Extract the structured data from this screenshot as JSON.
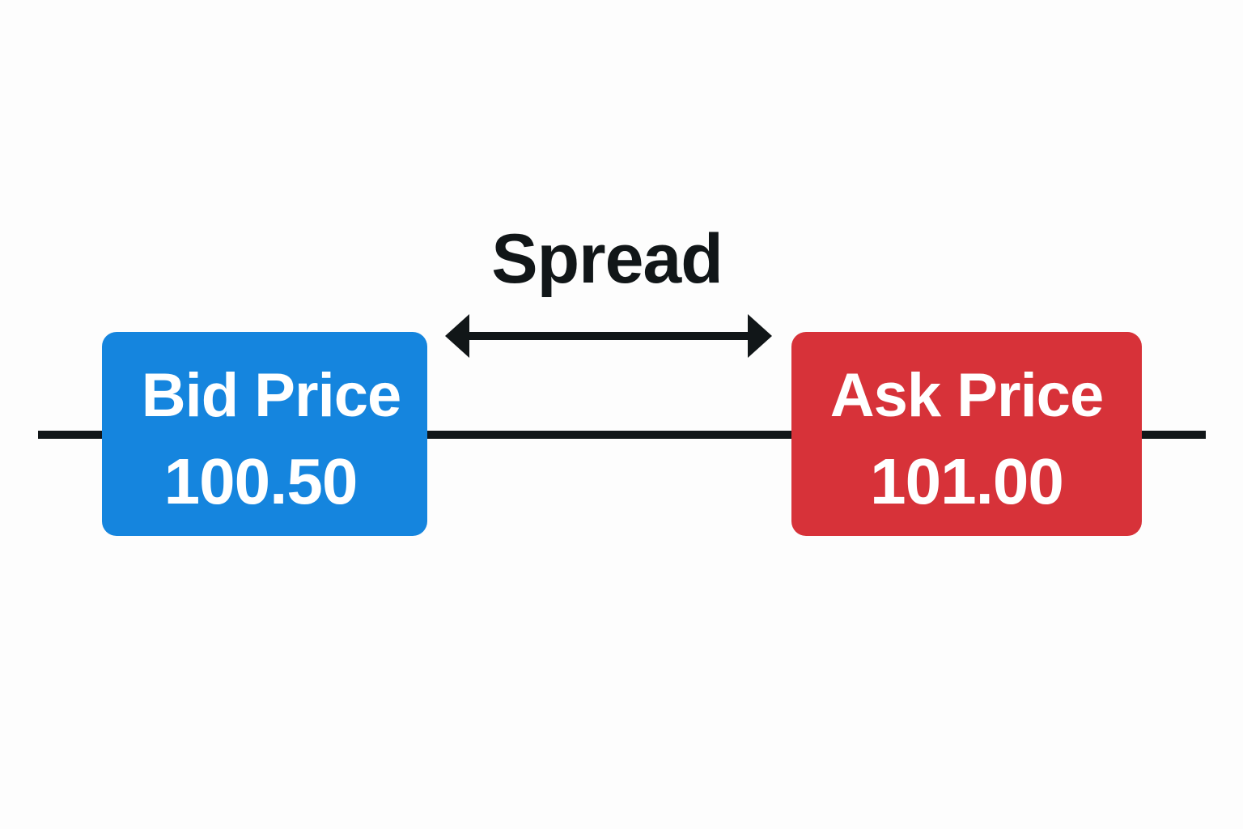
{
  "spread": {
    "label": "Spread"
  },
  "bid": {
    "label": "Bid Price",
    "value": "100.50",
    "color": "#1585de"
  },
  "ask": {
    "label": "Ask Price",
    "value": "101.00",
    "color": "#d73239"
  },
  "colors": {
    "line": "#111618",
    "background": "#fdfdfd"
  }
}
